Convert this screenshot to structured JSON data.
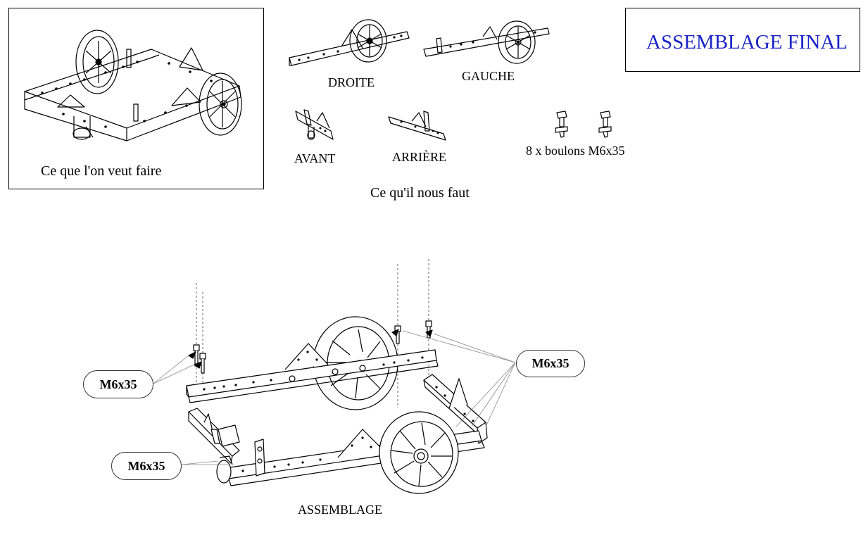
{
  "title": "ASSEMBLAGE FINAL",
  "goal": {
    "caption": "Ce que l'on veut faire"
  },
  "parts": {
    "heading": "Ce qu'il nous faut",
    "items": [
      {
        "label": "DROITE"
      },
      {
        "label": "GAUCHE"
      },
      {
        "label": "AVANT"
      },
      {
        "label": "ARRIÈRE"
      },
      {
        "label": "8 x boulons M6x35"
      }
    ]
  },
  "assembly": {
    "caption": "ASSEMBLAGE",
    "callouts": [
      "M6x35",
      "M6x35",
      "M6x35"
    ]
  }
}
